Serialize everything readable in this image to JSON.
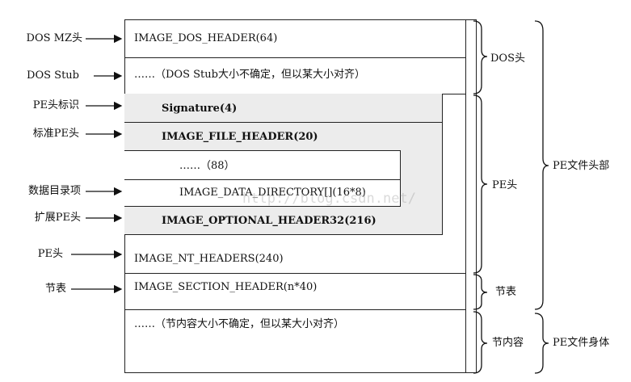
{
  "rows": {
    "dos_header": "IMAGE_DOS_HEADER(64)",
    "dos_stub": "……（DOS Stub大小不确定，但以某大小对齐）",
    "signature": "Signature(4)",
    "file_header": "IMAGE_FILE_HEADER(20)",
    "optional_dots": "……（88）",
    "data_directory": "IMAGE_DATA_DIRECTORY[](16*8)",
    "optional_header": "IMAGE_OPTIONAL_HEADER32(216)",
    "nt_headers": "IMAGE_NT_HEADERS(240)",
    "section_header": "IMAGE_SECTION_HEADER(n*40)",
    "section_content": "……（节内容大小不确定，但以某大小对齐）"
  },
  "left_labels": {
    "dos_mz": "DOS MZ头",
    "dos_stub": "DOS Stub",
    "pe_sig": "PE头标识",
    "std_pe": "标准PE头",
    "data_dir": "数据目录项",
    "ext_pe": "扩展PE头",
    "pe_head": "PE头",
    "section_table": "节表"
  },
  "groups": {
    "dos": "DOS头",
    "pe": "PE头",
    "section_table": "节表",
    "section_content": "节内容",
    "pe_header_part": "PE文件头部",
    "pe_body": "PE文件身体"
  },
  "watermark": "http://blog.csdn.net/"
}
